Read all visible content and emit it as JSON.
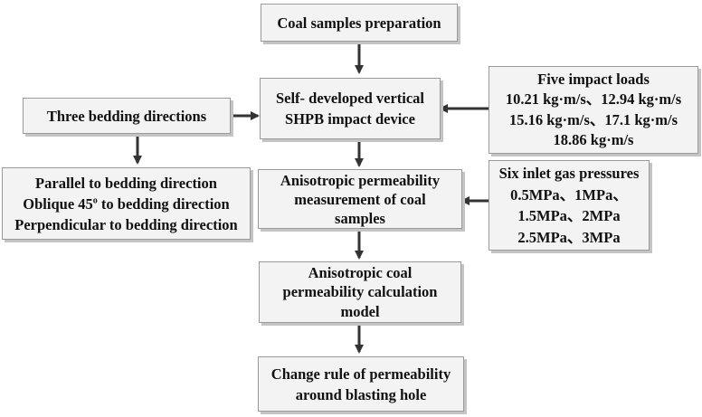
{
  "nodes": {
    "prep": {
      "lines": [
        "Coal samples preparation"
      ]
    },
    "device": {
      "lines": [
        "Self- developed vertical",
        "SHPB impact device"
      ]
    },
    "bedding": {
      "lines": [
        "Three bedding directions"
      ]
    },
    "directions": {
      "line1": "Parallel to bedding direction",
      "line2_pre": "Oblique 45",
      "line2_sup": "o",
      "line2_post": " to bedding direction",
      "line3": "Perpendicular to bedding direction"
    },
    "loads": {
      "lines": [
        "Five impact loads",
        "10.21 kg·m/s、12.94 kg·m/s",
        "15.16 kg·m/s、17.1 kg·m/s",
        "18.86 kg·m/s"
      ]
    },
    "measure": {
      "lines": [
        "Anisotropic permeability",
        "measurement of coal",
        "samples"
      ]
    },
    "pressures": {
      "lines": [
        "Six inlet gas pressures",
        "0.5MPa、1MPa、",
        "1.5MPa、2MPa",
        "2.5MPa、3MPa"
      ]
    },
    "model": {
      "lines": [
        "Anisotropic coal",
        "permeability calculation",
        "model"
      ]
    },
    "rule": {
      "lines": [
        "Change rule of permeability",
        "around blasting hole"
      ]
    }
  }
}
